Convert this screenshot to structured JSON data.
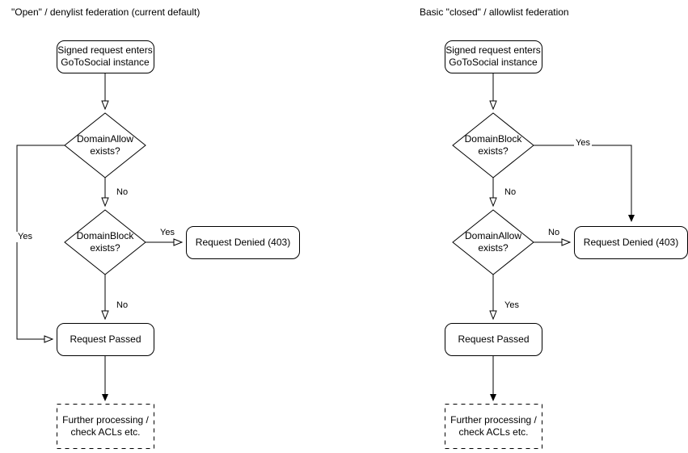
{
  "diagram": {
    "type": "flowchart",
    "background_color": "#ffffff",
    "stroke_color": "#000000",
    "text_color": "#000000"
  },
  "panels": [
    {
      "id": "open-denylist",
      "title": "\"Open\" / denylist federation (current default)",
      "nodes": {
        "entry": "Signed request enters\nGoToSocial instance",
        "decision1": "DomainAllow\nexists?",
        "decision2": "DomainBlock\nexists?",
        "denied": "Request Denied (403)",
        "passed": "Request Passed",
        "further": "Further processing /\ncheck ACLs etc."
      },
      "edge_labels": {
        "allow_yes": "Yes",
        "allow_no": "No",
        "block_yes": "Yes",
        "block_no": "No"
      }
    },
    {
      "id": "closed-allowlist",
      "title": "Basic \"closed\" / allowlist federation",
      "nodes": {
        "entry": "Signed request enters\nGoToSocial instance",
        "decision1": "DomainBlock\nexists?",
        "decision2": "DomainAllow\nexists?",
        "denied": "Request Denied (403)",
        "passed": "Request Passed",
        "further": "Further processing /\ncheck ACLs etc."
      },
      "edge_labels": {
        "block_yes": "Yes",
        "block_no": "No",
        "allow_no": "No",
        "allow_yes": "Yes"
      }
    }
  ]
}
